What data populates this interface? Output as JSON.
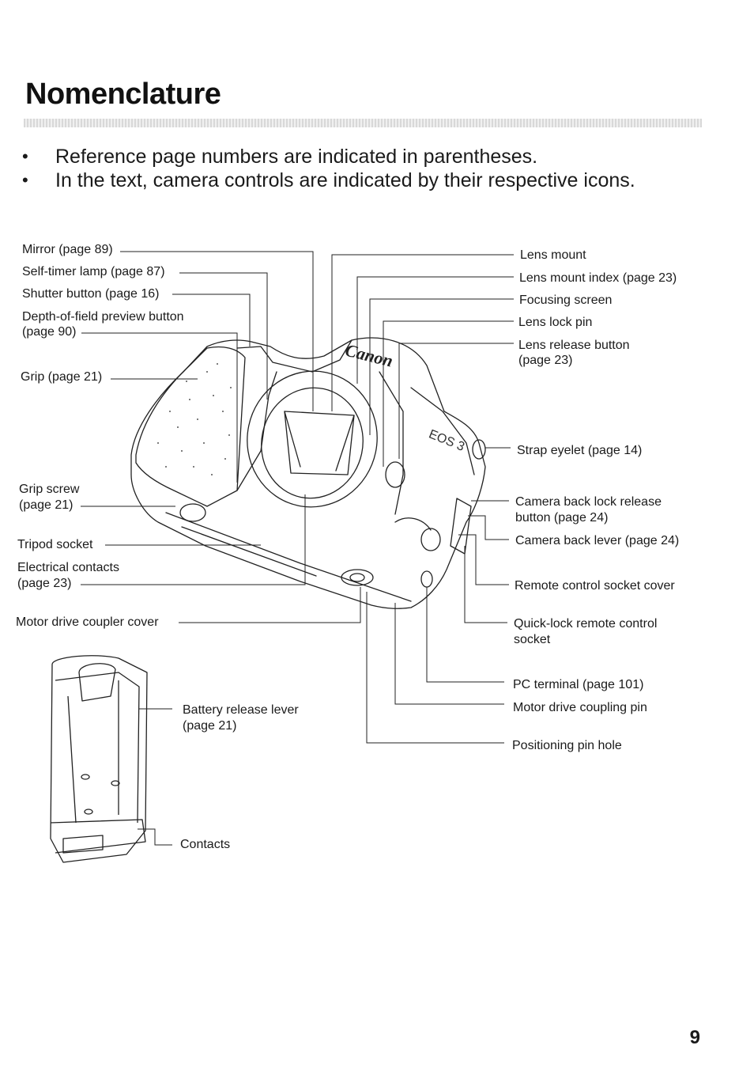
{
  "title": "Nomenclature",
  "notes": [
    "Reference page numbers are indicated in parentheses.",
    "In the text, camera controls are indicated by their respective icons."
  ],
  "camera_labels_left": [
    "Mirror (page 89)",
    "Self-timer lamp (page 87)",
    "Shutter button (page 16)",
    "Depth-of-field preview button",
    "(page 90)",
    "Grip (page 21)",
    "Grip screw",
    "(page 21)",
    "Tripod socket",
    "Electrical contacts",
    "(page 23)",
    "Motor drive coupler cover"
  ],
  "camera_labels_right": [
    "Lens mount",
    "Lens mount index (page 23)",
    "Focusing screen",
    "Lens lock pin",
    "Lens release button",
    "(page 23)",
    "Strap eyelet (page 14)",
    "Camera back lock release",
    "button (page 24)",
    "Camera back lever (page 24)",
    "Remote control socket cover",
    "Quick-lock remote control",
    "socket",
    "PC terminal (page 101)",
    "Motor drive coupling pin",
    "Positioning pin hole"
  ],
  "battery_labels": [
    "Battery release lever",
    "(page 21)",
    "Contacts"
  ],
  "camera_logo_text": "Canon",
  "camera_model_text": "EOS 3",
  "page_number": "9"
}
